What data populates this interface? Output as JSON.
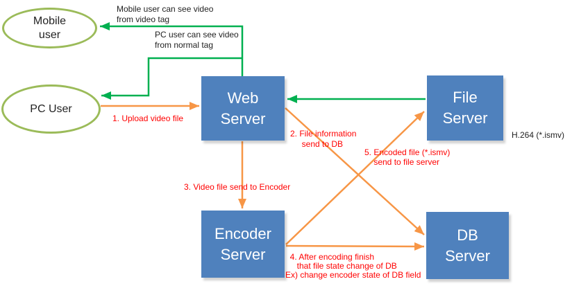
{
  "diagram": {
    "nodes": {
      "mobile_user": {
        "label": "Mobile\nuser"
      },
      "pc_user": {
        "label": "PC User"
      },
      "web_server": {
        "label": "Web\nServer"
      },
      "file_server": {
        "label": "File\nServer"
      },
      "encoder_server": {
        "label": "Encoder\nServer"
      },
      "db_server": {
        "label": "DB\nServer"
      }
    },
    "edge_labels": {
      "step1": "1. Upload video file",
      "step2": "2. File information\n     send to DB",
      "step3": "3. Video file send to Encoder",
      "step4": "  4. After encoding finish\n     that file state change of DB\nEx) change encoder state of DB field",
      "step5": "5. Encoded file (*.ismv)\n    send to file server"
    },
    "annotations": {
      "mobile_note": "Mobile user can see video\nfrom video tag",
      "pc_note": "PC user can see video\nfrom normal tag",
      "h264_note": "H.264 (*.ismv)"
    },
    "colors": {
      "node_fill": "#4f81bd",
      "node_text": "#ffffff",
      "ellipse_stroke": "#9bbb59",
      "arrow_green": "#00b050",
      "arrow_orange": "#f79646",
      "label_red": "#ff0000",
      "label_black": "#1f1f1f"
    }
  }
}
